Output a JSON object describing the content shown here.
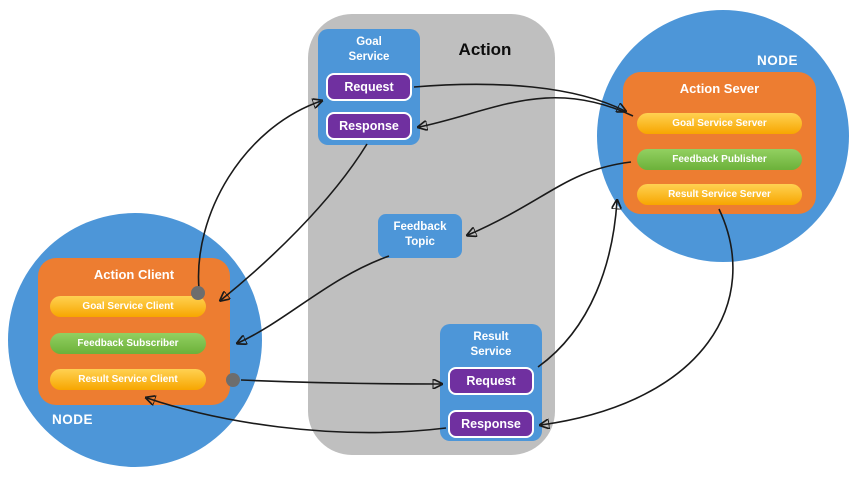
{
  "colors": {
    "node_circle_blue": "#4D96D8",
    "service_box_blue": "#4D96D8",
    "server_client_orange": "#ED7D31",
    "request_response_purple": "#7030A0",
    "service_pill_yellow": "#FFC000",
    "feedback_pill_green": "#7CC142",
    "action_panel_gray": "#BFBFBF",
    "arrow_black": "#1A1A1A",
    "connection_dot_gray": "#6D6D6D"
  },
  "action_panel": {
    "title": "Action"
  },
  "goal_service": {
    "title": "Goal Service",
    "request": "Request",
    "response": "Response"
  },
  "feedback_topic": {
    "title": "Feedback Topic"
  },
  "result_service": {
    "title": "Result Service",
    "request": "Request",
    "response": "Response"
  },
  "server_node": {
    "node_label": "NODE",
    "title": "Action Sever",
    "items": [
      {
        "label": "Goal Service Server",
        "kind": "service-yellow"
      },
      {
        "label": "Feedback Publisher",
        "kind": "publisher-green"
      },
      {
        "label": "Result Service Server",
        "kind": "service-yellow"
      }
    ]
  },
  "client_node": {
    "node_label": "NODE",
    "title": "Action Client",
    "items": [
      {
        "label": "Goal Service Client",
        "kind": "service-yellow"
      },
      {
        "label": "Feedback Subscriber",
        "kind": "subscriber-green"
      },
      {
        "label": "Result Service Client",
        "kind": "service-yellow"
      }
    ]
  }
}
